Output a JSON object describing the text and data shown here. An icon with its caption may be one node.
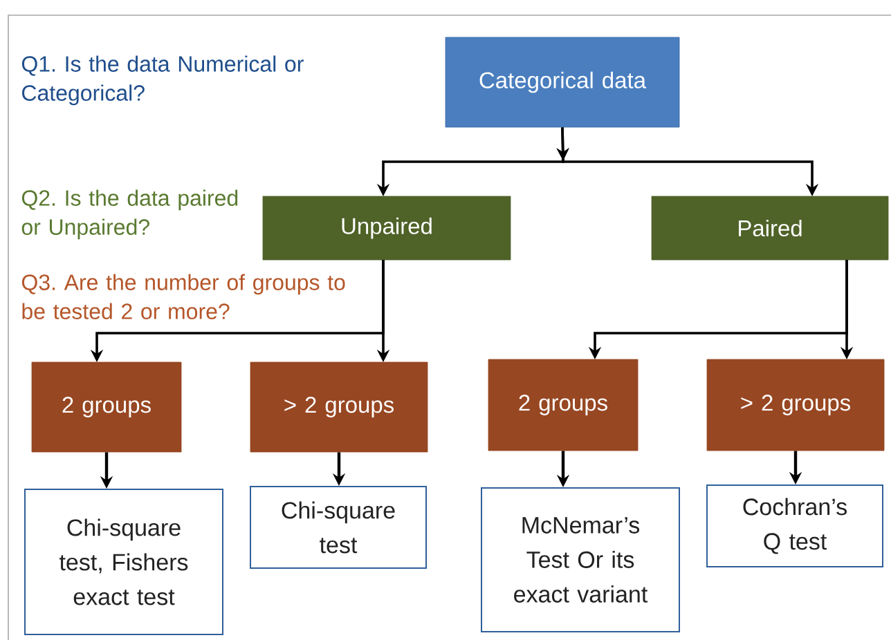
{
  "diagram": {
    "nodes": [
      {
        "text": [
          "Categorical data"
        ]
      },
      {
        "text": [
          "Unpaired"
        ]
      },
      {
        "text": [
          "Paired"
        ]
      },
      {
        "text": [
          "2 groups"
        ]
      },
      {
        "text": [
          "> 2 groups"
        ]
      },
      {
        "text": [
          "2 groups"
        ]
      },
      {
        "text": [
          "> 2 groups"
        ]
      },
      {
        "text": [
          "Chi-square test, Fishers exact test"
        ]
      },
      {
        "text": [
          "Chi-square test"
        ]
      },
      {
        "text": [
          "McNemar’s Test Or its exact variant"
        ]
      },
      {
        "text": [
          "Cochran’s Q test"
        ]
      }
    ],
    "edges": [
      {
        "from": 0,
        "to": 1,
        "arrow": "to"
      },
      {
        "from": 0,
        "to": 2,
        "arrow": "to"
      },
      {
        "from": 1,
        "to": 3,
        "arrow": "to"
      },
      {
        "from": 1,
        "to": 4,
        "arrow": "to"
      },
      {
        "from": 2,
        "to": 5,
        "arrow": "to"
      },
      {
        "from": 2,
        "to": 6,
        "arrow": "to"
      },
      {
        "from": 3,
        "to": 7,
        "arrow": "to"
      },
      {
        "from": 4,
        "to": 8,
        "arrow": "to"
      },
      {
        "from": 5,
        "to": 9,
        "arrow": "to"
      },
      {
        "from": 6,
        "to": 10,
        "arrow": "to"
      }
    ],
    "labels": [
      "Q1. Is the data Numerical or  Categorical?",
      "Q2. Is the data paired or Unpaired?",
      "Q3. Are the number of groups to be tested 2 or more?"
    ]
  }
}
